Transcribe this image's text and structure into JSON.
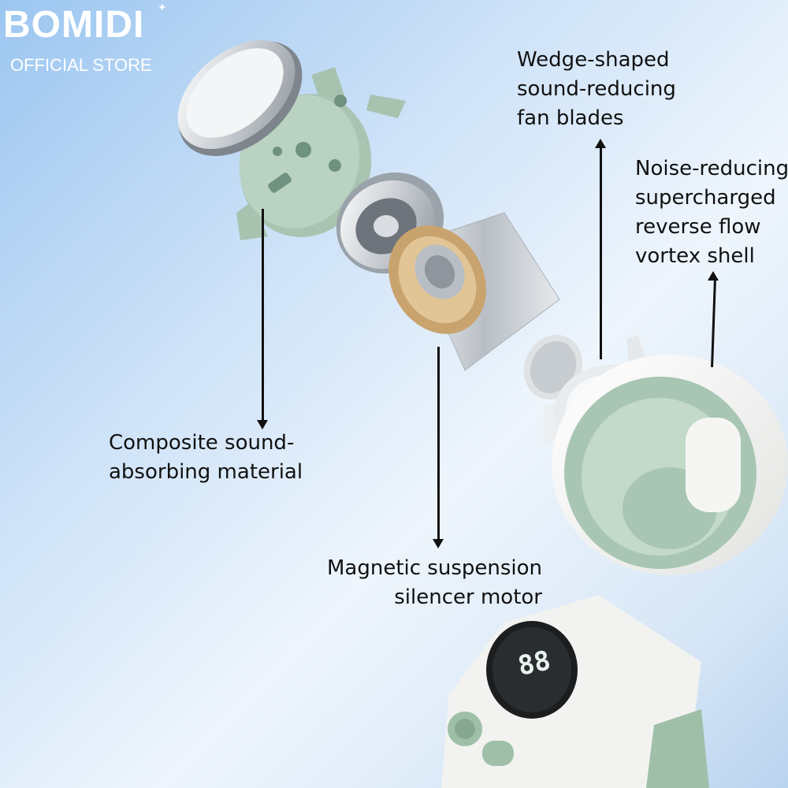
{
  "brand": {
    "name": "BOMIDI",
    "tagline": "OFFICIAL STORE"
  },
  "labels": {
    "fan_blades": [
      "Wedge-shaped",
      "sound-reducing",
      "fan blades"
    ],
    "vortex_shell": [
      "Noise-reducing",
      "supercharged",
      "reverse flow",
      "vortex shell"
    ],
    "sound_absorbing": [
      "Composite sound-",
      "absorbing material"
    ],
    "motor": [
      "Magnetic suspension",
      "silencer motor"
    ]
  },
  "display": {
    "readout": "88"
  },
  "colors": {
    "accent_green": "#9fbfa9",
    "shell_white": "#f3f4f2",
    "copper": "#c9a36d",
    "text": "#111111"
  }
}
